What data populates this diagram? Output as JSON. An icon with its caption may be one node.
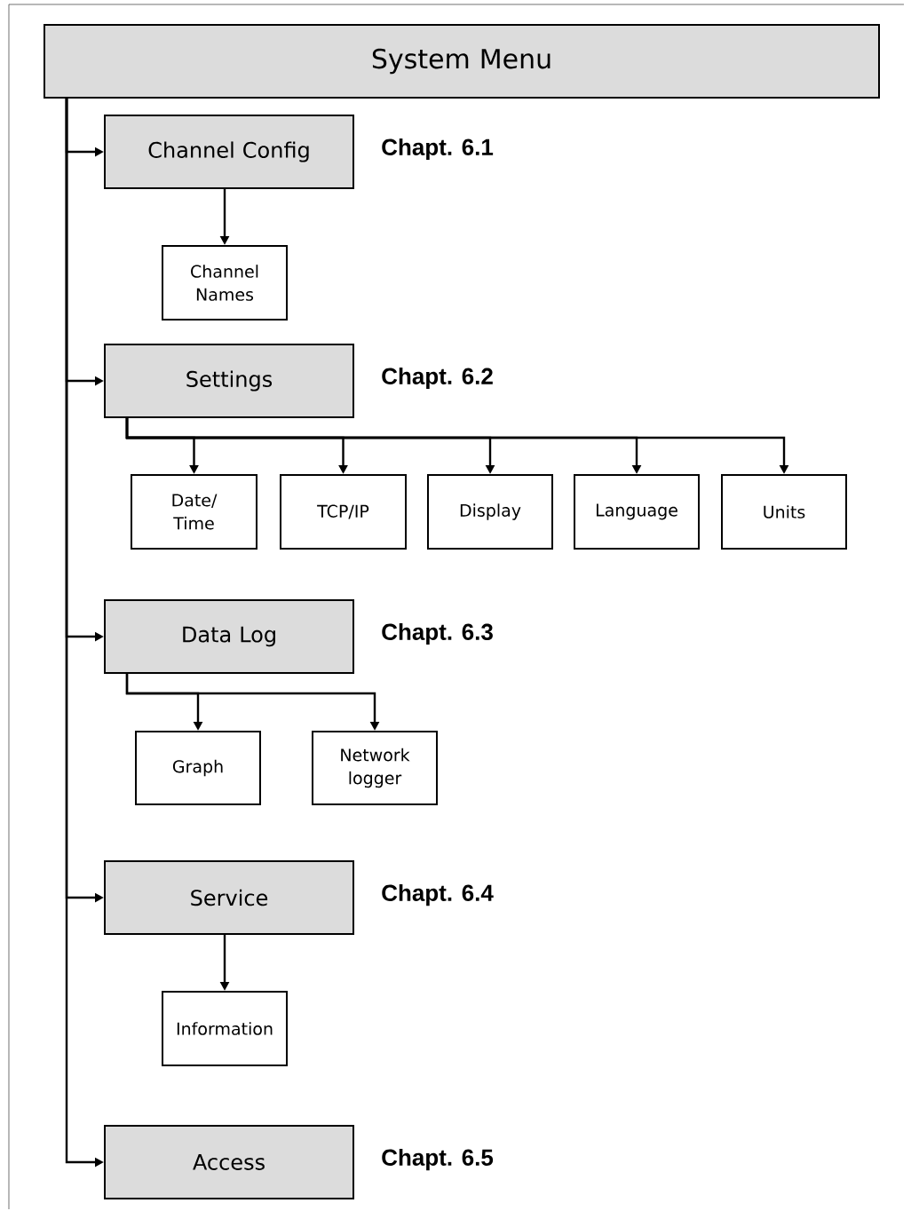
{
  "diagram": {
    "nodes": [
      {
        "text": [
          "System Menu"
        ]
      },
      {
        "text": [
          "Channel Config"
        ],
        "beside": [
          "Chapt. 6.1"
        ]
      },
      {
        "text": [
          "Channel Names"
        ]
      },
      {
        "text": [
          "Settings"
        ],
        "beside": [
          "Chapt. 6.2"
        ]
      },
      {
        "text": [
          "Date/ Time"
        ]
      },
      {
        "text": [
          "TCP/IP"
        ]
      },
      {
        "text": [
          "Display"
        ]
      },
      {
        "text": [
          "Language"
        ]
      },
      {
        "text": [
          "Units"
        ]
      },
      {
        "text": [
          "Data Log"
        ],
        "beside": [
          "Chapt. 6.3"
        ]
      },
      {
        "text": [
          "Graph"
        ]
      },
      {
        "text": [
          "Network logger"
        ]
      },
      {
        "text": [
          "Service"
        ],
        "beside": [
          "Chapt. 6.4"
        ]
      },
      {
        "text": [
          "Information"
        ]
      },
      {
        "text": [
          "Access"
        ],
        "beside": [
          "Chapt. 6.5"
        ]
      }
    ],
    "edges": [
      {
        "from": 0,
        "to": 1,
        "arrow": "to"
      },
      {
        "from": 0,
        "to": 3,
        "arrow": "to"
      },
      {
        "from": 0,
        "to": 9,
        "arrow": "to"
      },
      {
        "from": 0,
        "to": 12,
        "arrow": "to"
      },
      {
        "from": 0,
        "to": 14,
        "arrow": "to"
      },
      {
        "from": 1,
        "to": 2,
        "arrow": "to"
      },
      {
        "from": 3,
        "to": 4,
        "arrow": "to"
      },
      {
        "from": 3,
        "to": 5,
        "arrow": "to"
      },
      {
        "from": 3,
        "to": 6,
        "arrow": "to"
      },
      {
        "from": 3,
        "to": 7,
        "arrow": "to"
      },
      {
        "from": 3,
        "to": 8,
        "arrow": "to"
      },
      {
        "from": 9,
        "to": 10,
        "arrow": "to"
      },
      {
        "from": 9,
        "to": 11,
        "arrow": "to"
      },
      {
        "from": 12,
        "to": 13,
        "arrow": "to"
      }
    ]
  }
}
